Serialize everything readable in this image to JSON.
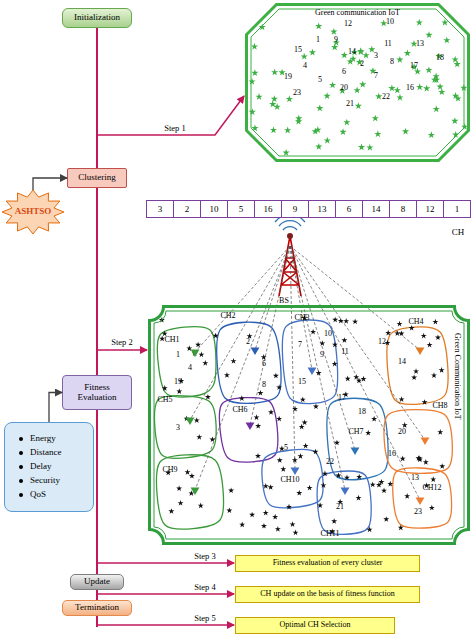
{
  "diagram": {
    "nodes": [
      {
        "text": [
          "Initialization"
        ]
      },
      {
        "text": [
          "Green communication IoT"
        ]
      },
      {
        "text": [
          "ASHTSO"
        ]
      },
      {
        "text": [
          "Clustering"
        ]
      },
      {
        "text": [
          "Green Communication IoT"
        ]
      },
      {
        "text": [
          "Fitness Evaluation"
        ]
      },
      {
        "text": [
          "Energy",
          "Distance",
          "Delay",
          "Security",
          "QoS"
        ]
      },
      {
        "text": [
          "Fitness evaluation of every cluster"
        ]
      },
      {
        "text": [
          "Update"
        ]
      },
      {
        "text": [
          "CH update on the basis of fitness function"
        ]
      },
      {
        "text": [
          "Termination"
        ]
      },
      {
        "text": [
          "Optimal CH Selection"
        ]
      }
    ],
    "edges": [
      {
        "from": 2,
        "to": 3,
        "arrow": "to"
      },
      {
        "from": 6,
        "to": 5,
        "arrow": "to"
      },
      {
        "from": 0,
        "to": 3,
        "arrow": "none"
      },
      {
        "from": 3,
        "to": 5,
        "arrow": "none"
      },
      {
        "from": 5,
        "to": 8,
        "arrow": "none"
      },
      {
        "from": 8,
        "to": 10,
        "arrow": "none"
      }
    ],
    "labels": [
      "12",
      "10",
      "1",
      "9",
      "11",
      "13",
      "15",
      "14",
      "3",
      "8",
      "18",
      "2",
      "17",
      "4",
      "6",
      "7",
      "19",
      "5",
      "20",
      "16",
      "23",
      "22",
      "21",
      "Step 1",
      "3",
      "2",
      "10",
      "5",
      "16",
      "9",
      "13",
      "6",
      "14",
      "8",
      "12",
      "1",
      "CH",
      "BS",
      "Step 2",
      "CH1",
      "CH2",
      "CH3",
      "CH4",
      "CH5",
      "CH6",
      "CH7",
      "CH8",
      "CH9",
      "CH10",
      "CH11",
      "CH12",
      "1",
      "4",
      "19",
      "2",
      "6",
      "8",
      "7",
      "15",
      "10",
      "9",
      "11",
      "12",
      "14",
      "17",
      "18",
      "3",
      "20",
      "16",
      "5",
      "22",
      "21",
      "13",
      "23",
      "Step 3",
      "Step 4",
      "Step 5"
    ]
  }
}
